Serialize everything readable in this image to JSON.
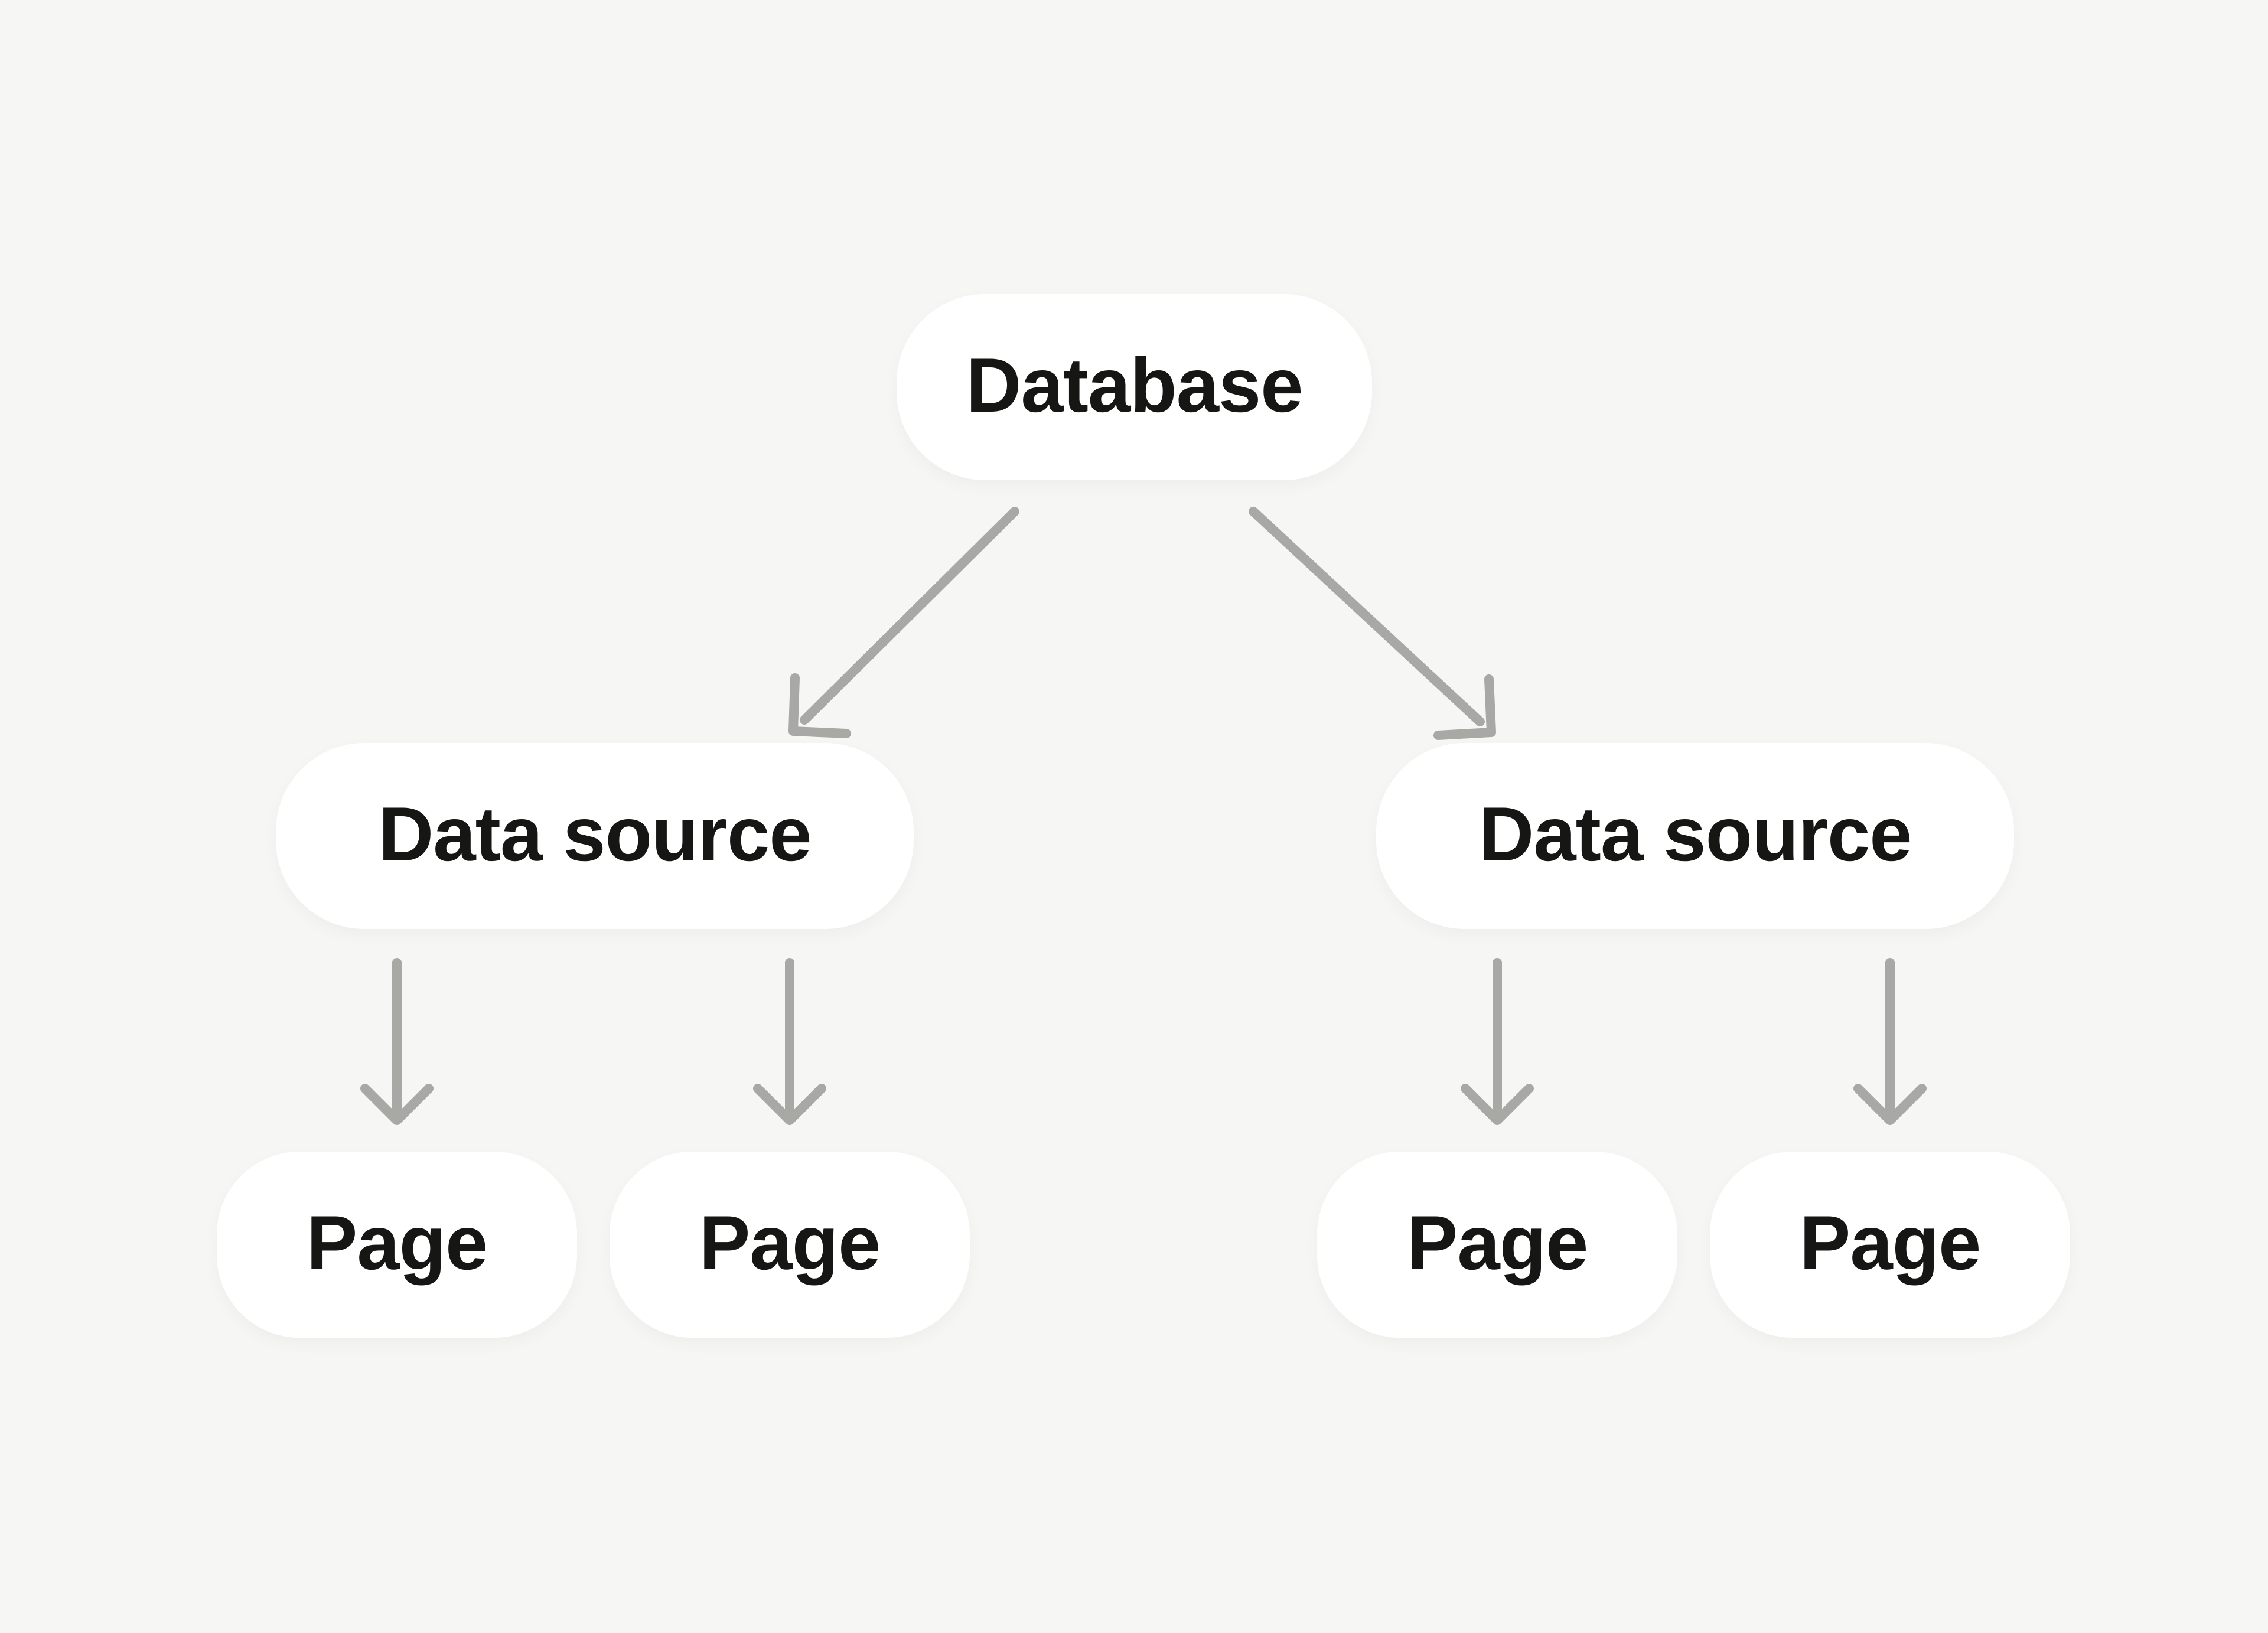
{
  "diagram": {
    "nodes": [
      {
        "id": "database",
        "label": "Database"
      },
      {
        "id": "data-source-left",
        "label": "Data source"
      },
      {
        "id": "data-source-right",
        "label": "Data source"
      },
      {
        "id": "page-1",
        "label": "Page"
      },
      {
        "id": "page-2",
        "label": "Page"
      },
      {
        "id": "page-3",
        "label": "Page"
      },
      {
        "id": "page-4",
        "label": "Page"
      }
    ],
    "edges": [
      {
        "from": "database",
        "to": "data-source-left"
      },
      {
        "from": "database",
        "to": "data-source-right"
      },
      {
        "from": "data-source-left",
        "to": "page-1"
      },
      {
        "from": "data-source-left",
        "to": "page-2"
      },
      {
        "from": "data-source-right",
        "to": "page-3"
      },
      {
        "from": "data-source-right",
        "to": "page-4"
      }
    ]
  },
  "colors": {
    "background": "#f6f6f4",
    "node-fill": "#ffffff",
    "text": "#161615",
    "arrow": "#a8a8a5"
  }
}
